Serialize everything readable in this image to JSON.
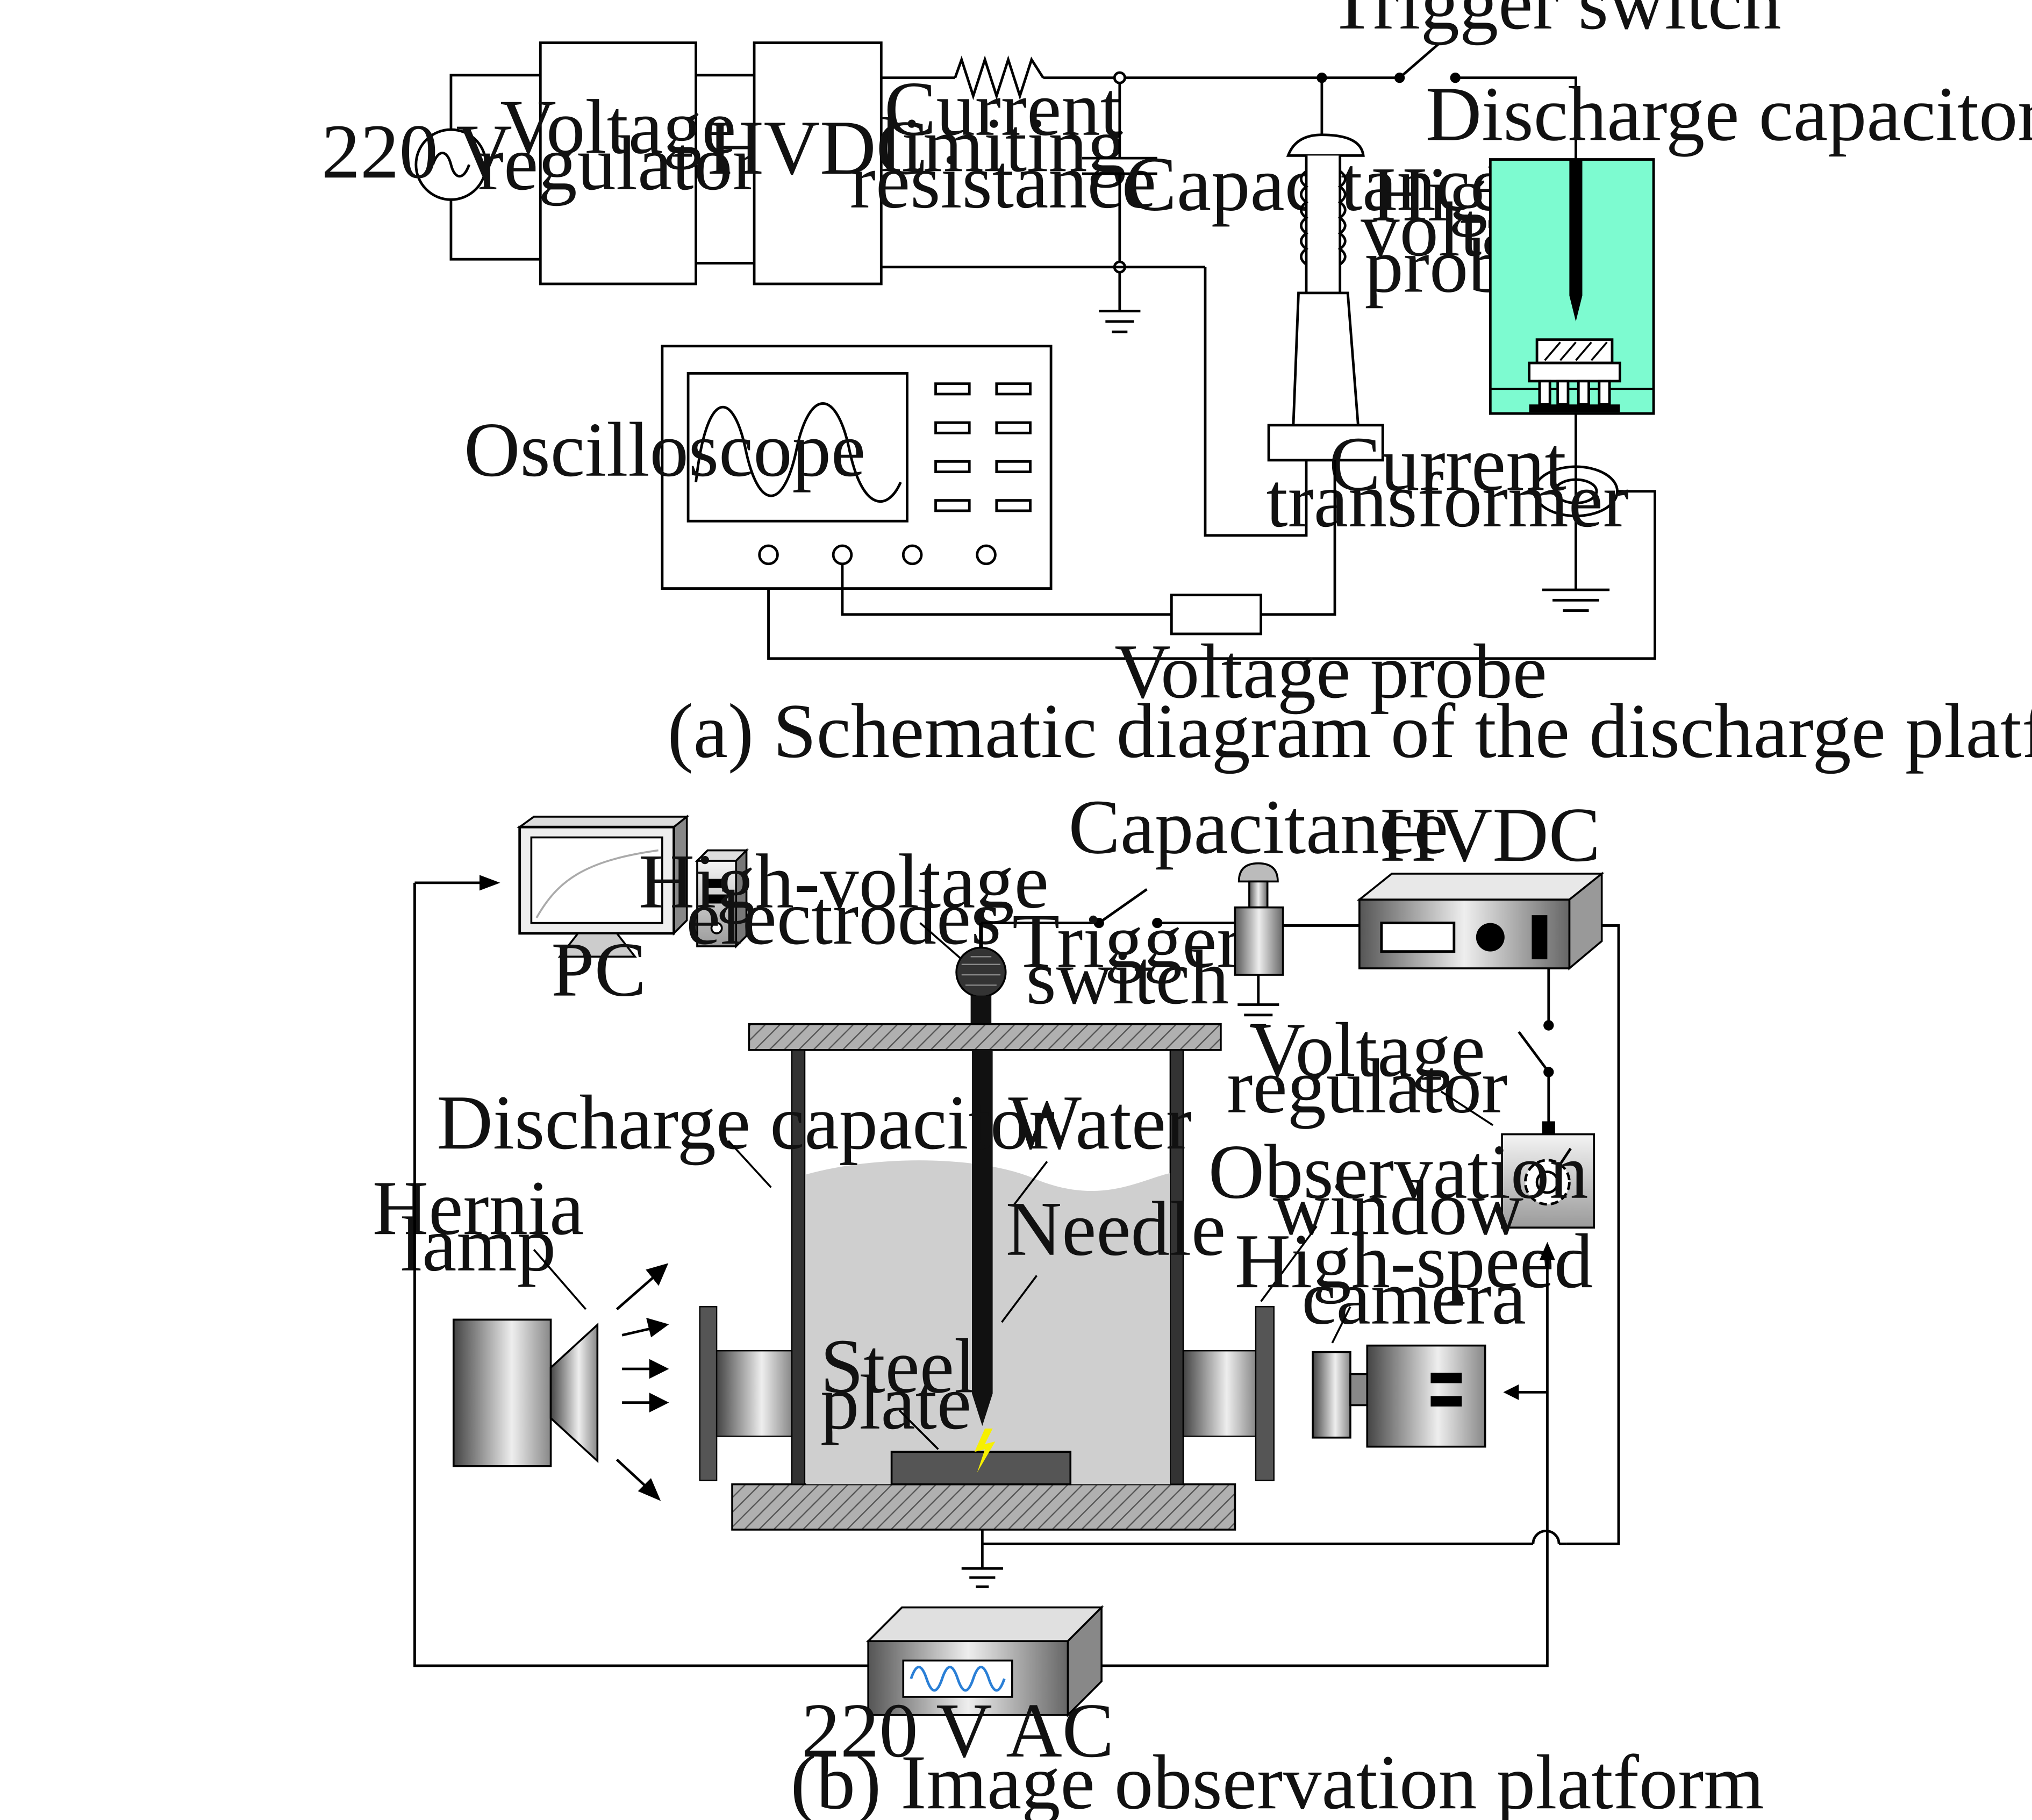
{
  "colors": {
    "capacitor_water": "#7dfbd0",
    "hatch": "#9a9a9a",
    "water": "#cfcfcf",
    "spark": "#f7f000",
    "ac_wave": "#2a7fd6"
  },
  "icons": {
    "ac_source": "sine-in-circle",
    "ground": "ground-symbol",
    "probe": "high-voltage-probe",
    "pc": "computer-monitor",
    "camera": "video-camera",
    "lamp": "lamp"
  },
  "panel_a": {
    "caption": "(a) Schematic diagram of the discharge platform",
    "labels": {
      "source": "220 V",
      "regulator_1": "Voltage",
      "regulator_2": "regulator",
      "hvdc": "HVDC",
      "resistance_1": "Current",
      "resistance_2": "limiting",
      "resistance_3": "resistance",
      "capacitance": "Capacitance",
      "trigger_switch": "Trigger switch",
      "discharge_capacitor": "Discharge capacitor",
      "probes_1": "High-",
      "probes_2": "voltage",
      "probes_3": "probes",
      "oscilloscope": "Oscilloscope",
      "ct_1": "Current",
      "ct_2": "transformer",
      "voltage_probe": "Voltage probe"
    }
  },
  "panel_b": {
    "caption": "(b) Image observation platform",
    "labels": {
      "pc": "PC",
      "hv_electrodes_1": "High-voltage",
      "hv_electrodes_2": "electrodes",
      "capacitance": "Capacitance",
      "hvdc": "HVDC",
      "trigger_1": "Trigger",
      "trigger_2": "switch",
      "regulator_1": "Voltage",
      "regulator_2": "regulator",
      "discharge_capacitor": "Discharge capacitor",
      "water": "Water",
      "needle": "Needle",
      "lamp_1": "Hernia",
      "lamp_2": "lamp",
      "obs_1": "Observation",
      "obs_2": "window",
      "cam_1": "High-speed",
      "cam_2": "camera",
      "steel_1": "Steel",
      "steel_2": "plate",
      "ac": "220 V AC"
    }
  }
}
